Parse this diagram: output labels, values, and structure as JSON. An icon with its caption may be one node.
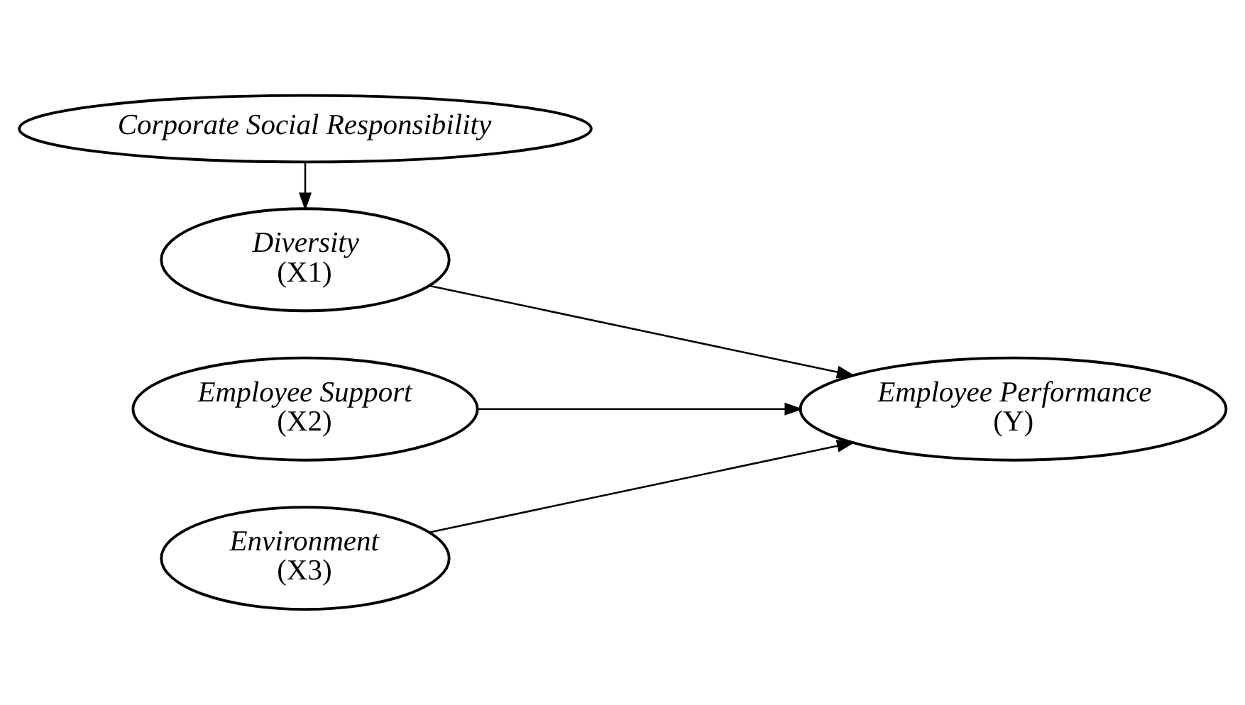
{
  "diagram": {
    "nodes": [
      {
        "text": [
          "Corporate Social Responsibility"
        ]
      },
      {
        "text": [
          "Diversity",
          "(X1)"
        ]
      },
      {
        "text": [
          "Employee Support",
          "(X2)"
        ]
      },
      {
        "text": [
          "Environment",
          "(X3)"
        ]
      },
      {
        "text": [
          "Employee Performance",
          "(Y)"
        ]
      }
    ],
    "edges": [
      {
        "from": 0,
        "to": 1,
        "arrow": "to"
      },
      {
        "from": 1,
        "to": 4,
        "arrow": "to"
      },
      {
        "from": 2,
        "to": 4,
        "arrow": "to"
      },
      {
        "from": 3,
        "to": 4,
        "arrow": "to"
      }
    ]
  }
}
